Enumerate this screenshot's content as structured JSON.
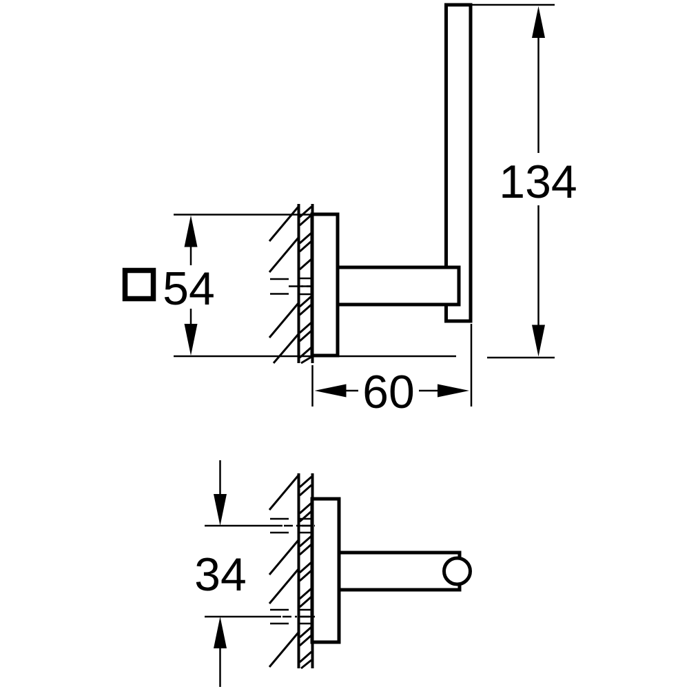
{
  "drawing": {
    "type": "technical-dimension-drawing",
    "colors": {
      "ink": "#000000",
      "paper": "#ffffff"
    },
    "side_view": {
      "name": "side elevation",
      "dimensions": {
        "bar_height": {
          "value": "134"
        },
        "plate_square": {
          "value": "54",
          "prefix_symbol": "square-section"
        },
        "arm_depth": {
          "value": "60"
        }
      }
    },
    "plan_view": {
      "name": "top view",
      "dimensions": {
        "hole_spacing": {
          "value": "34"
        }
      }
    }
  }
}
